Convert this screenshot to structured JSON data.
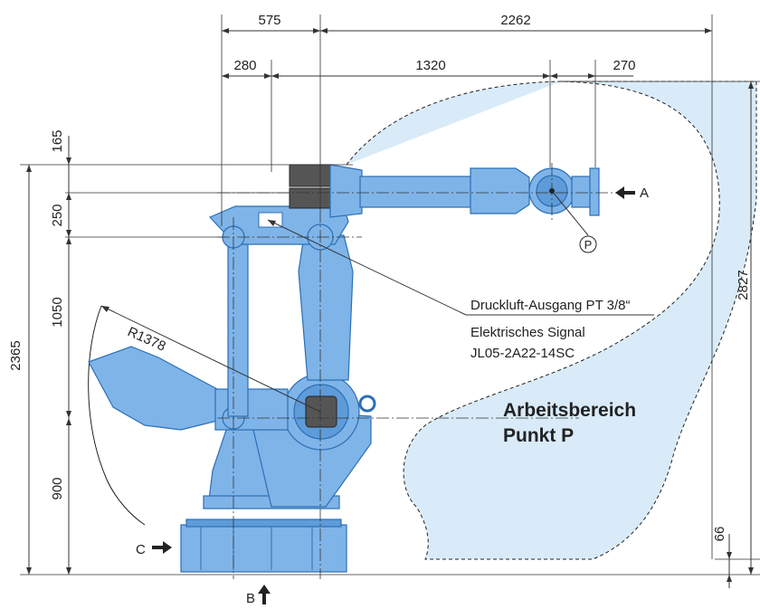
{
  "dimensions": {
    "top_575": "575",
    "top_2262": "2262",
    "top_280": "280",
    "top_1320": "1320",
    "top_270": "270",
    "left_165": "165",
    "left_250": "250",
    "left_1050": "1050",
    "left_900": "900",
    "left_2365": "2365",
    "right_2827": "2827",
    "right_66": "66",
    "radius": "R1378"
  },
  "markers": {
    "point": "P",
    "view_a": "A",
    "view_b": "B",
    "view_c": "C"
  },
  "callouts": {
    "air_outlet": "Druckluft-Ausgang PT 3/8“",
    "signal_line1": "Elektrisches Signal",
    "signal_line2": "JL05-2A22-14SC"
  },
  "work_area": {
    "line1": "Arbeitsbereich",
    "line2": "Punkt P"
  },
  "colors": {
    "work_area_fill": "#d9ebf8",
    "robot_fill": "#7fb4e8",
    "robot_stroke": "#2b6fb5"
  }
}
